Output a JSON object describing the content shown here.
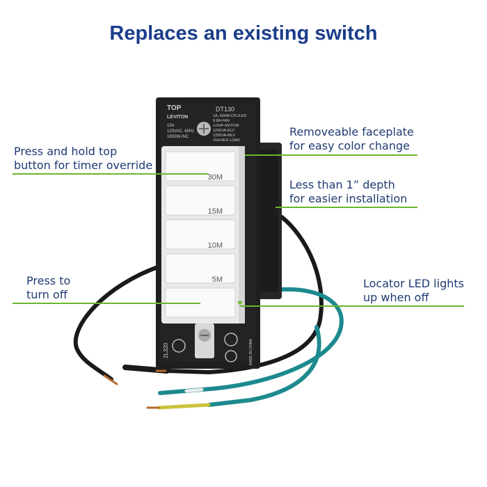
{
  "title": "Replaces an existing switch",
  "accent_color": "#6bb52d",
  "title_color": "#1b3d8a",
  "callouts": {
    "timer_override": {
      "lines": [
        "Press and hold top",
        "button for timer override"
      ]
    },
    "faceplate": {
      "lines": [
        "Removeable faceplate",
        "for easy color change"
      ]
    },
    "depth": {
      "lines": [
        "Less than 1” depth",
        "for easier installation"
      ]
    },
    "turn_off": {
      "lines": [
        "Press to",
        "turn off"
      ]
    },
    "locator_led": {
      "lines": [
        "Locator LED lights",
        "up when off"
      ]
    }
  },
  "device": {
    "brand": "LEVITON",
    "top_mark": "TOP",
    "model": "DT130",
    "left_ratings": [
      "15A",
      "120VAC, 60Hz",
      "1800W-INC"
    ],
    "right_ratings": [
      "1A, 600W-CFL/LED",
      "9.8A-FAN",
      "1/2HP-MOTOR",
      "1200VA-ELV",
      "1200VA-MLV",
      "15A RES LOAD"
    ],
    "buttons": [
      "30M",
      "15M",
      "10M",
      "5M",
      ""
    ],
    "side_code": "2L320",
    "made_in": "MADE IN CHINA"
  }
}
